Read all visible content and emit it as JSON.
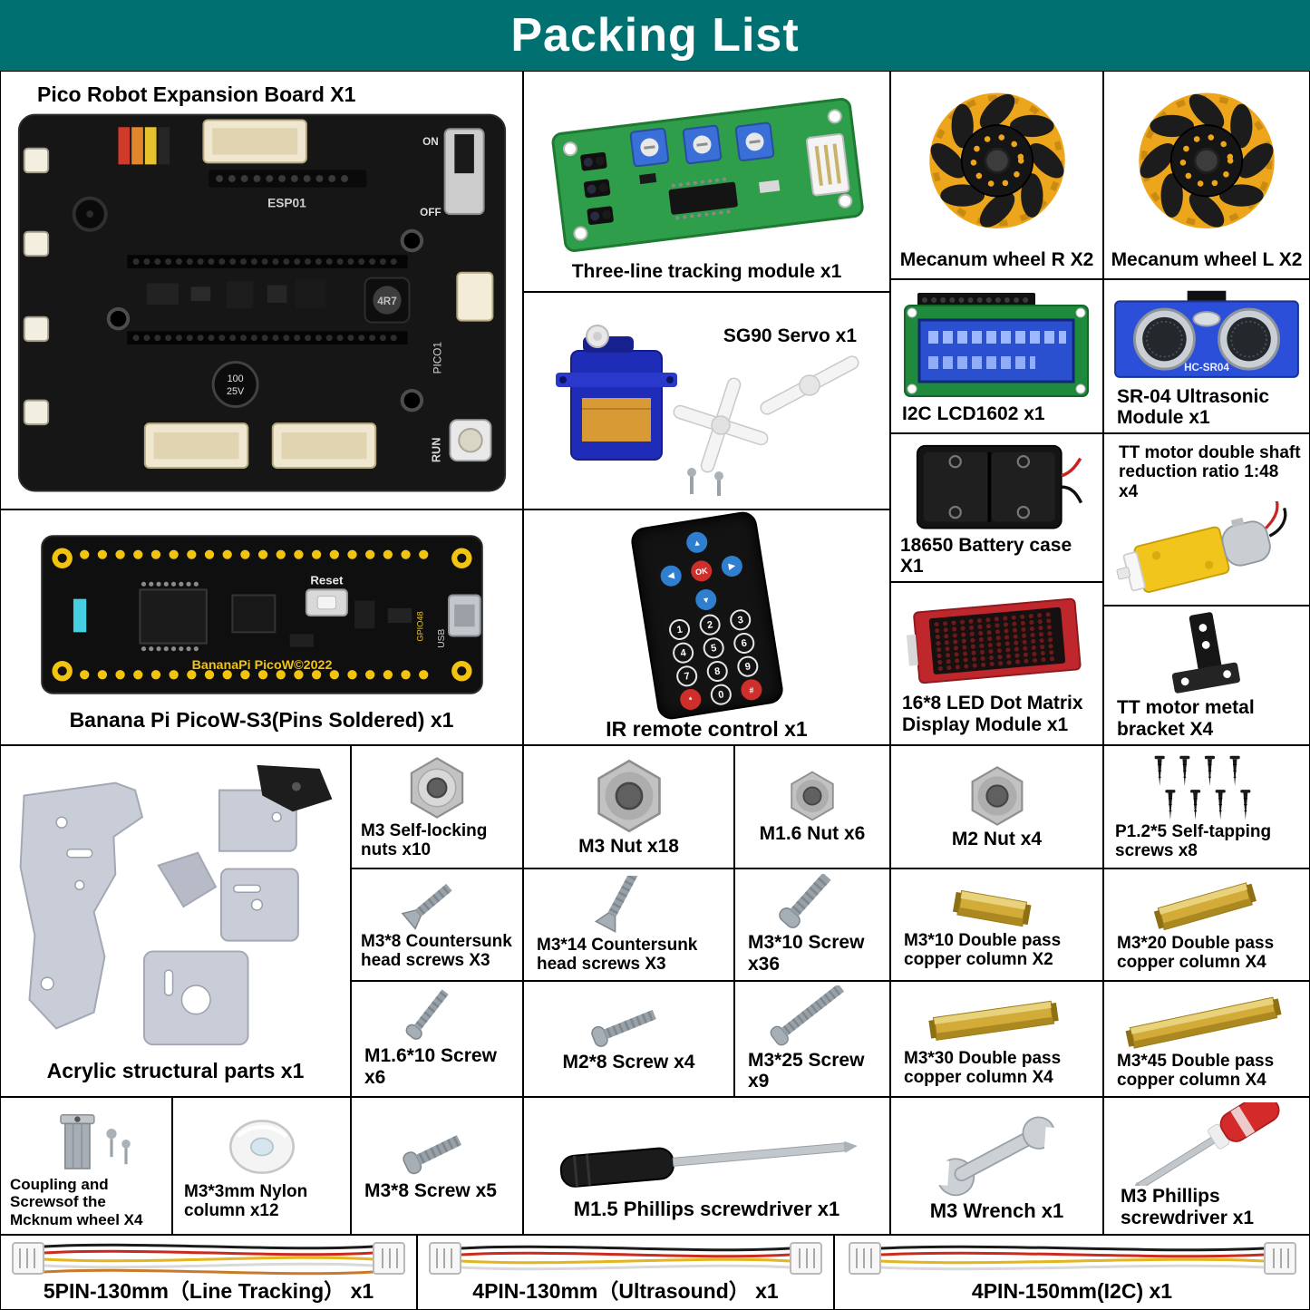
{
  "header": {
    "title": "Packing List"
  },
  "items": {
    "board": {
      "label": "Pico Robot Expansion Board X1",
      "texts": {
        "esp01": "ESP01",
        "pico": "PICO1",
        "run": "RUN",
        "cap1": "100",
        "cap2": "25V",
        "ind": "4R7",
        "on": "ON",
        "off": "OFF"
      }
    },
    "tracking": {
      "label": "Three-line tracking module x1"
    },
    "wheel_r": {
      "label": "Mecanum wheel R X2"
    },
    "wheel_l": {
      "label": "Mecanum wheel L X2"
    },
    "servo": {
      "label": "SG90 Servo x1"
    },
    "lcd": {
      "label": "I2C LCD1602 x1"
    },
    "ultrasonic": {
      "label": "SR-04 Ultrasonic Module x1",
      "texts": {
        "chip": "HC-SR04"
      }
    },
    "battery": {
      "label": "18650 Battery case X1"
    },
    "tt_motor": {
      "label": "TT motor double shaft reduction ratio 1:48 x4"
    },
    "banana": {
      "label": "Banana Pi PicoW-S3(Pins Soldered) x1",
      "texts": {
        "reset": "Reset",
        "brand": "BananaPi PicoW©2022",
        "usb": "USB",
        "gpio": "GPIO48"
      }
    },
    "remote": {
      "label": "IR remote control x1",
      "keys": {
        "up": "▲",
        "down": "▼",
        "left": "◀",
        "right": "▶",
        "ok": "OK",
        "k1": "1",
        "k2": "2",
        "k3": "3",
        "k4": "4",
        "k5": "5",
        "k6": "6",
        "k7": "7",
        "k8": "8",
        "k9": "9",
        "k0": "0",
        "star": "*",
        "hash": "#"
      }
    },
    "matrix": {
      "label": "16*8 LED Dot Matrix Display Module x1"
    },
    "bracket": {
      "label": "TT motor metal bracket X4"
    },
    "acrylic": {
      "label": "Acrylic structural parts x1"
    },
    "locknut": {
      "label": "M3 Self-locking nuts x10"
    },
    "m3nut": {
      "label": "M3 Nut x18"
    },
    "m16nut": {
      "label": "M1.6 Nut x6"
    },
    "m2nut": {
      "label": "M2 Nut x4"
    },
    "tapping": {
      "label": "P1.2*5 Self-tapping screws x8"
    },
    "m3x8cs": {
      "label": "M3*8 Countersunk head screws X3"
    },
    "m3x14cs": {
      "label": "M3*14 Countersunk head screws X3"
    },
    "m3x10": {
      "label": "M3*10 Screw x36"
    },
    "col10": {
      "label": "M3*10 Double pass copper column X2"
    },
    "col20": {
      "label": "M3*20 Double pass copper column X4"
    },
    "m16x10": {
      "label": "M1.6*10 Screw x6"
    },
    "m2x8": {
      "label": "M2*8 Screw x4"
    },
    "m3x25": {
      "label": "M3*25 Screw x9"
    },
    "col30": {
      "label": "M3*30 Double pass copper column X4"
    },
    "col45": {
      "label": "M3*45 Double pass copper column X4"
    },
    "coupling": {
      "label": "Coupling and Screwsof the Mcknum wheel X4"
    },
    "nylon": {
      "label": "M3*3mm Nylon column x12"
    },
    "m3x8": {
      "label": "M3*8 Screw x5"
    },
    "driver15": {
      "label": "M1.5 Phillips screwdriver x1"
    },
    "wrench": {
      "label": "M3 Wrench x1"
    },
    "driver3": {
      "label": "M3 Phillips screwdriver x1"
    },
    "cable5": {
      "label": "5PIN-130mm（Line Tracking） x1"
    },
    "cable4a": {
      "label": "4PIN-130mm（Ultrasound） x1"
    },
    "cable4b": {
      "label": "4PIN-150mm(I2C) x1"
    }
  },
  "colors": {
    "header_bg": "#007170",
    "pcb_black": "#161616",
    "pcb_green": "#2f9e4a",
    "pcb_blue": "#2b4fd8",
    "pcb_red": "#c0272d",
    "wheel_yellow": "#eda61c",
    "brass": "#d2ab38",
    "servo_blue": "#1f2cb8"
  }
}
